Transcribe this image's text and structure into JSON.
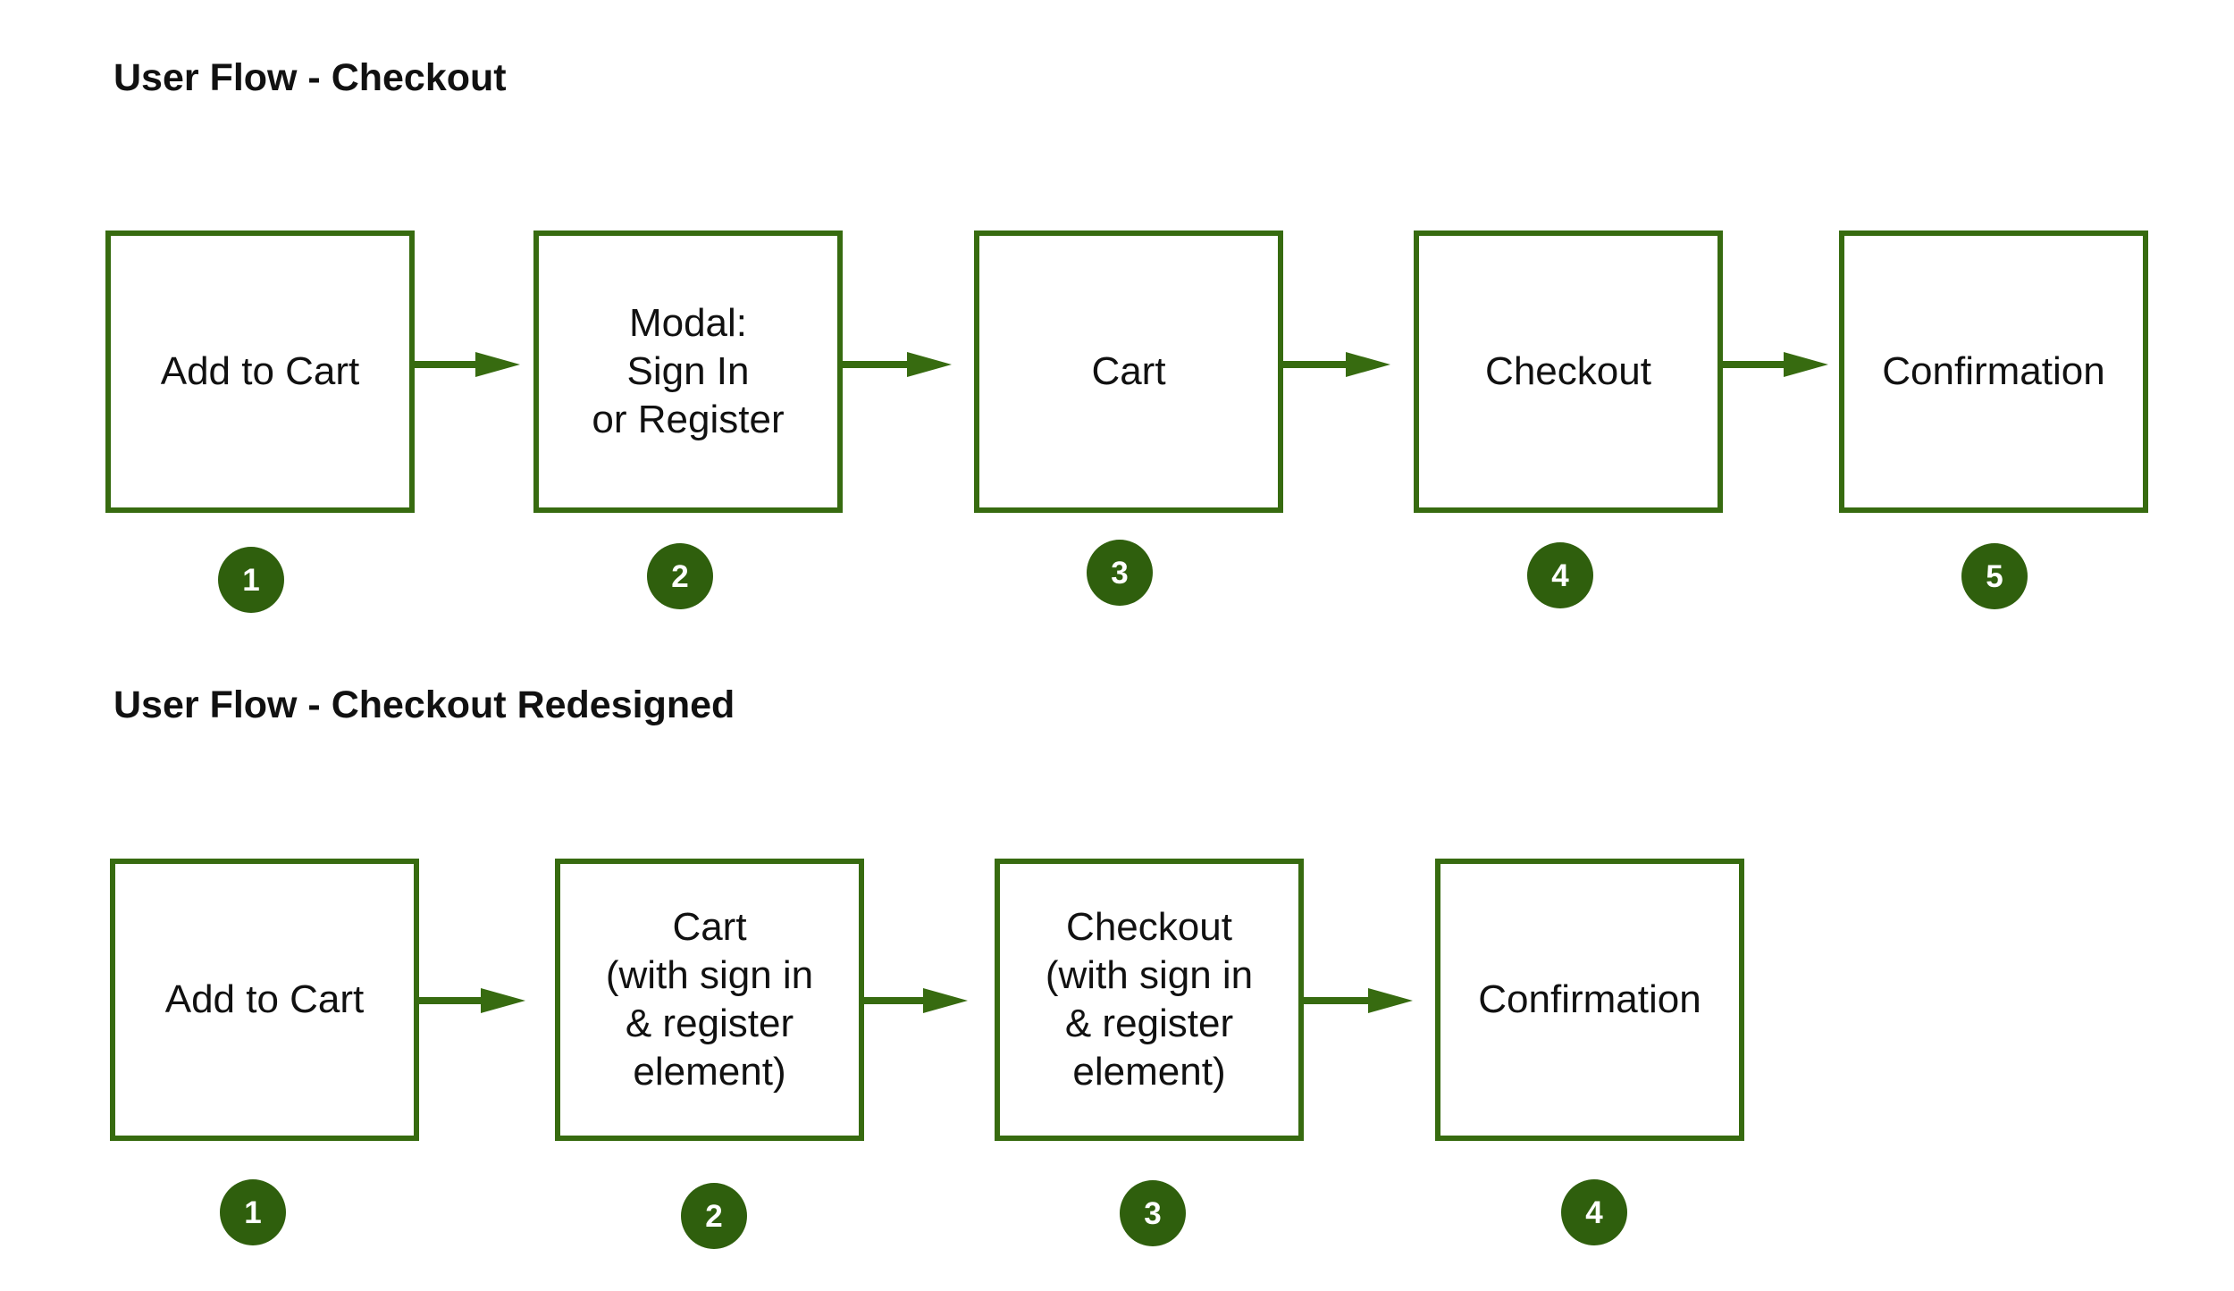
{
  "colors": {
    "accent": "#376b10",
    "badge": "#2f5f0d",
    "badge_text": "#ffffff",
    "text": "#111111"
  },
  "flows": [
    {
      "title": "User Flow - Checkout",
      "steps": [
        {
          "label": "Add to Cart",
          "number": "1"
        },
        {
          "label": "Modal:\nSign In\nor Register",
          "number": "2"
        },
        {
          "label": "Cart",
          "number": "3"
        },
        {
          "label": "Checkout",
          "number": "4"
        },
        {
          "label": "Confirmation",
          "number": "5"
        }
      ]
    },
    {
      "title": "User Flow - Checkout Redesigned",
      "steps": [
        {
          "label": "Add to Cart",
          "number": "1"
        },
        {
          "label": "Cart\n(with sign in\n& register\nelement)",
          "number": "2"
        },
        {
          "label": "Checkout\n(with sign in\n& register\nelement)",
          "number": "3"
        },
        {
          "label": "Confirmation",
          "number": "4"
        }
      ]
    }
  ]
}
